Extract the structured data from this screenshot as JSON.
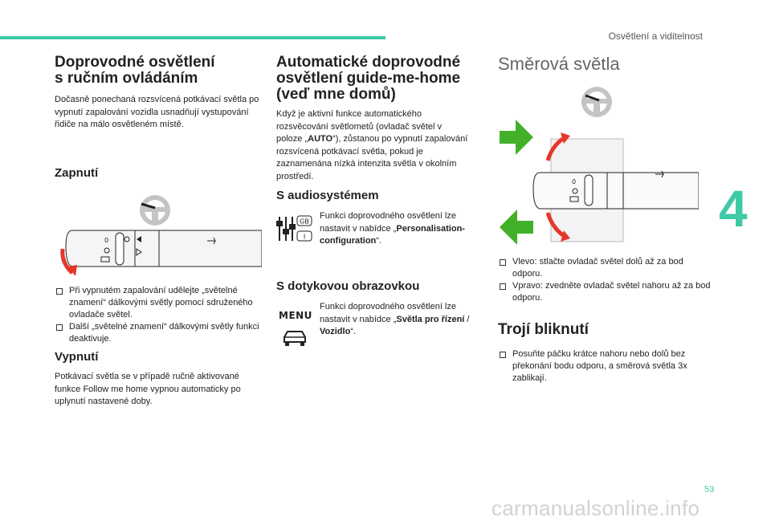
{
  "header": {
    "running_title": "Osvětlení a viditelnost",
    "chapter_number": "4",
    "page_number": "53"
  },
  "watermark": "carmanualsonline.info",
  "col1": {
    "title_line1": "Doprovodné osvětlení",
    "title_line2": "s ručním ovládáním",
    "intro": "Dočasně ponechaná rozsvícená potkávací světla po vypnutí zapalování vozidla usnadňují vystupování řidiče na málo osvětleném místě.",
    "zapnuti_heading": "Zapnutí",
    "zapnuti_items": [
      "Při vypnutém zapalování udělejte „světelné znamení“ dálkovými světly pomocí sdruženého ovladače světel.",
      "Další „světelné znamení“ dálkovými světly funkci deaktivuje."
    ],
    "vypnuti_heading": "Vypnutí",
    "vypnuti_text": "Potkávací světla se v případě ručně aktivované funkce Follow me home vypnou automaticky po uplynutí nastavené doby."
  },
  "col2": {
    "title_line1": "Automatické doprovodné",
    "title_line2": "osvětlení guide-me-home",
    "title_line3": "(veď mne domů)",
    "intro_pre": "Když je aktivní funkce automatického rozsvěcování světlometů (ovladač světel v poloze „",
    "intro_bold": "AUTO",
    "intro_post": "“), zůstanou po vypnutí zapalování rozsvícená potkávací světla, pokud je zaznamenána nízká intenzita světla v okolním prostředí.",
    "audio_heading": "S audiosystémem",
    "audio_text_pre": "Funkci doprovodného osvětlení lze nastavit v nabídce „",
    "audio_text_bold": "Personalisation-configuration",
    "audio_text_post": "“.",
    "touch_heading": "S dotykovou obrazovkou",
    "menu_label": "MENU",
    "touch_text_pre": "Funkci doprovodného osvětlení lze nastavit v nabídce „",
    "touch_text_bold": "Světla pro řízení",
    "touch_text_mid": " / ",
    "touch_text_bold2": "Vozidlo",
    "touch_text_post": "“.",
    "gb_label": "GB",
    "i_label": "I"
  },
  "col3": {
    "title": "Směrová světla",
    "items": [
      "Vlevo: stlačte ovladač světel dolů až za bod odporu.",
      "Vpravo: zvedněte ovladač světel nahoru až za bod odporu."
    ],
    "troji_heading": "Trojí bliknutí",
    "troji_items": [
      "Posuňte páčku krátce nahoru nebo dolů bez překonání bodu odporu, a směrová světla 3x zablikají."
    ]
  },
  "diagram_labels": {
    "off_symbol": "0"
  },
  "colors": {
    "accent": "#3ec9a7",
    "arrow_red": "#e5362a",
    "arrow_green": "#43b02a"
  }
}
